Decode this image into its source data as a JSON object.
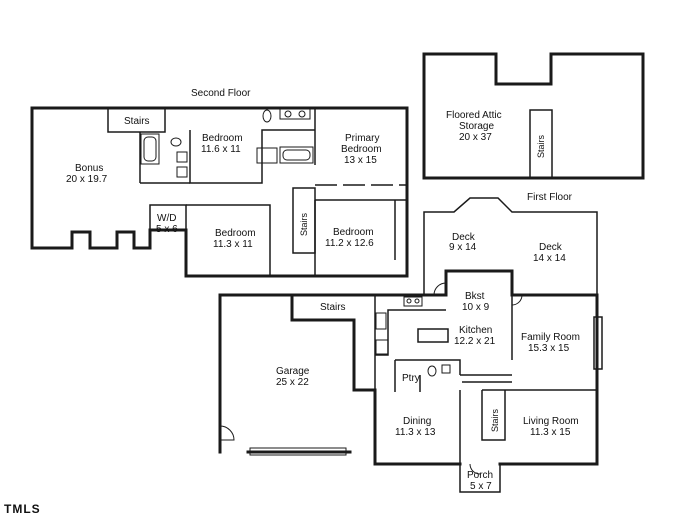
{
  "floors": {
    "second": "Second Floor",
    "first": "First Floor"
  },
  "rooms": {
    "bonus": {
      "name": "Bonus",
      "size": "20 x 19.7"
    },
    "stairs_2nd": {
      "name": "Stairs"
    },
    "bedroom_a": {
      "name": "Bedroom",
      "size": "11.6 x 11"
    },
    "primary": {
      "name1": "Primary",
      "name2": "Bedroom",
      "size": "13 x 15"
    },
    "wd": {
      "name": "W/D",
      "size": "5 x 6"
    },
    "bedroom_b": {
      "name": "Bedroom",
      "size": "11.3 x 11"
    },
    "stairs_2nd_v": {
      "name": "Stairs"
    },
    "bedroom_c": {
      "name": "Bedroom",
      "size": "11.2 x 12.6"
    },
    "attic": {
      "name1": "Floored Attic",
      "name2": "Storage",
      "size": "20 x 37"
    },
    "stairs_attic": {
      "name": "Stairs"
    },
    "deck_left": {
      "name": "Deck",
      "size": "9 x 14"
    },
    "deck_right": {
      "name": "Deck",
      "size": "14 x 14"
    },
    "stairs_garage": {
      "name": "Stairs"
    },
    "bkst": {
      "name": "Bkst",
      "size": "10 x 9"
    },
    "kitchen": {
      "name": "Kitchen",
      "size": "12.2 x 21"
    },
    "family": {
      "name": "Family Room",
      "size": "15.3 x 15"
    },
    "garage": {
      "name": "Garage",
      "size": "25 x 22"
    },
    "ptry": {
      "name": "Ptry"
    },
    "dining": {
      "name": "Dining",
      "size": "11.3 x 13"
    },
    "stairs_1st": {
      "name": "Stairs"
    },
    "living": {
      "name": "Living Room",
      "size": "11.3 x 15"
    },
    "porch": {
      "name": "Porch",
      "size": "5 x 7"
    }
  },
  "logo": "TMLS"
}
